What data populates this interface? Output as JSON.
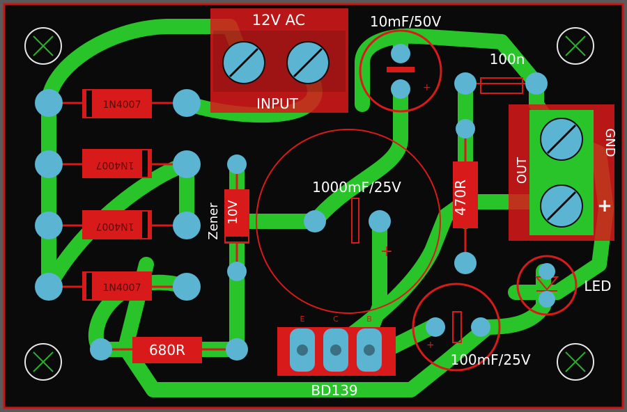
{
  "colors": {
    "board": "#0a0a0a",
    "edge": "#c81414",
    "trace": "#29c429",
    "pad": "#5ab4d2",
    "silk": "#d81a1a",
    "text": "#ffffff",
    "mount": "#e6e6e6",
    "mount_x": "#2ab02a"
  },
  "labels": {
    "ac_input_title": "12V AC",
    "ac_input_label": "INPUT",
    "cap_10mf": "10mF/50V",
    "cap_100n": "100n",
    "cap_1000mf": "1000mF/25V",
    "zener_value": "10V",
    "zener_name": "Zener",
    "res_470r": "470R",
    "res_680r": "680R",
    "out_label": "OUT",
    "gnd_label": "GND",
    "plus_label": "+",
    "led_label": "LED",
    "cap_100mf": "100mF/25V",
    "transistor": "BD139",
    "diode_1": "1N4007",
    "diode_2": "1N4007",
    "diode_3": "1N4007",
    "diode_4": "1N4007",
    "pin_e": "E",
    "pin_c": "C",
    "pin_b": "B",
    "cap_plus": "+"
  }
}
